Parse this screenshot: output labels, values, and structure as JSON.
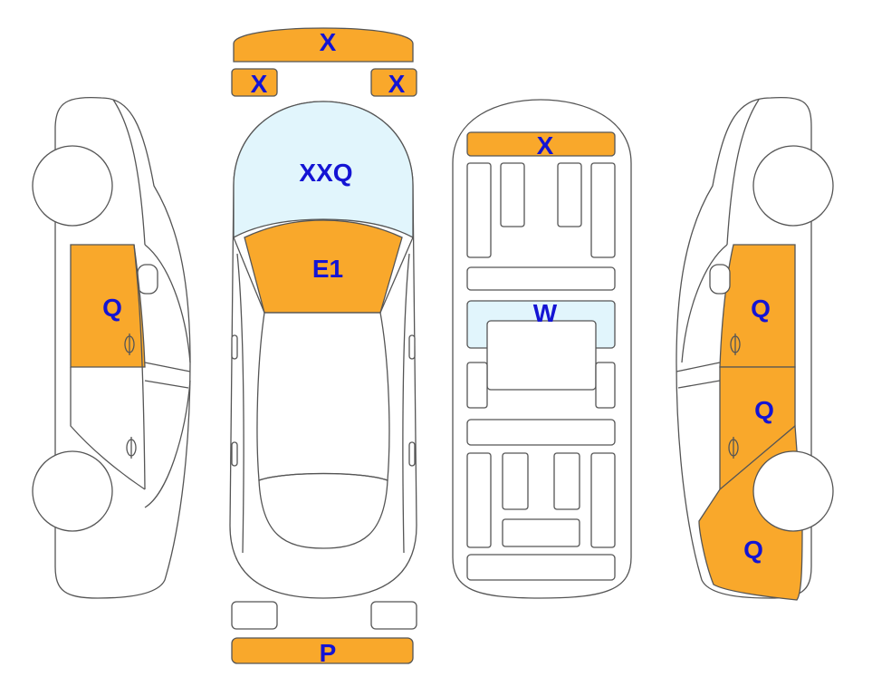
{
  "colors": {
    "damage_orange": "#f9a82b",
    "glass_blue": "#e1f5fc",
    "label_blue": "#1414d4",
    "outline_gray": "#555555"
  },
  "markers": {
    "front_bumper": "X",
    "front_left_lamp": "X",
    "front_right_lamp": "X",
    "windshield": "XXQ",
    "hood": "E1",
    "rear_bumper": "P",
    "interior_dashboard": "X",
    "interior_console": "W",
    "left_front_door": "Q",
    "right_front_door": "Q",
    "right_rear_door": "Q",
    "right_rear_quarter": "Q"
  }
}
